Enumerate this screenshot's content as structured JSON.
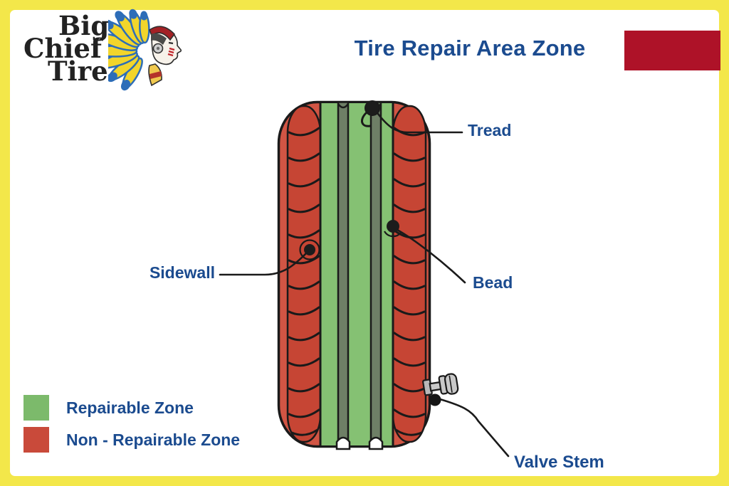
{
  "page": {
    "border_color": "#f3e74a",
    "background": "#ffffff"
  },
  "logo": {
    "line1": "Big",
    "line2": "Chief",
    "line3": "Tire",
    "icon": "chief-head-icon"
  },
  "header": {
    "title": "Tire Repair Area Zone",
    "title_color": "#1b4b8f",
    "accent_block_color": "#ae1228"
  },
  "diagram": {
    "labels": {
      "tread": "Tread",
      "sidewall": "Sidewall",
      "bead": "Bead",
      "valve_stem": "Valve Stem"
    },
    "colors": {
      "repairable_green": "#85c173",
      "tire_red_light": "#d15544",
      "tire_red_shoulder": "#c64534",
      "groove_gray_green": "#6e7f66",
      "outline_black": "#1a1a1a",
      "valve_gray": "#c9c9c9"
    }
  },
  "legend": {
    "items": [
      {
        "label": "Repairable Zone",
        "color": "#7cba6b"
      },
      {
        "label": "Non - Repairable Zone",
        "color": "#c94a3a"
      }
    ]
  }
}
